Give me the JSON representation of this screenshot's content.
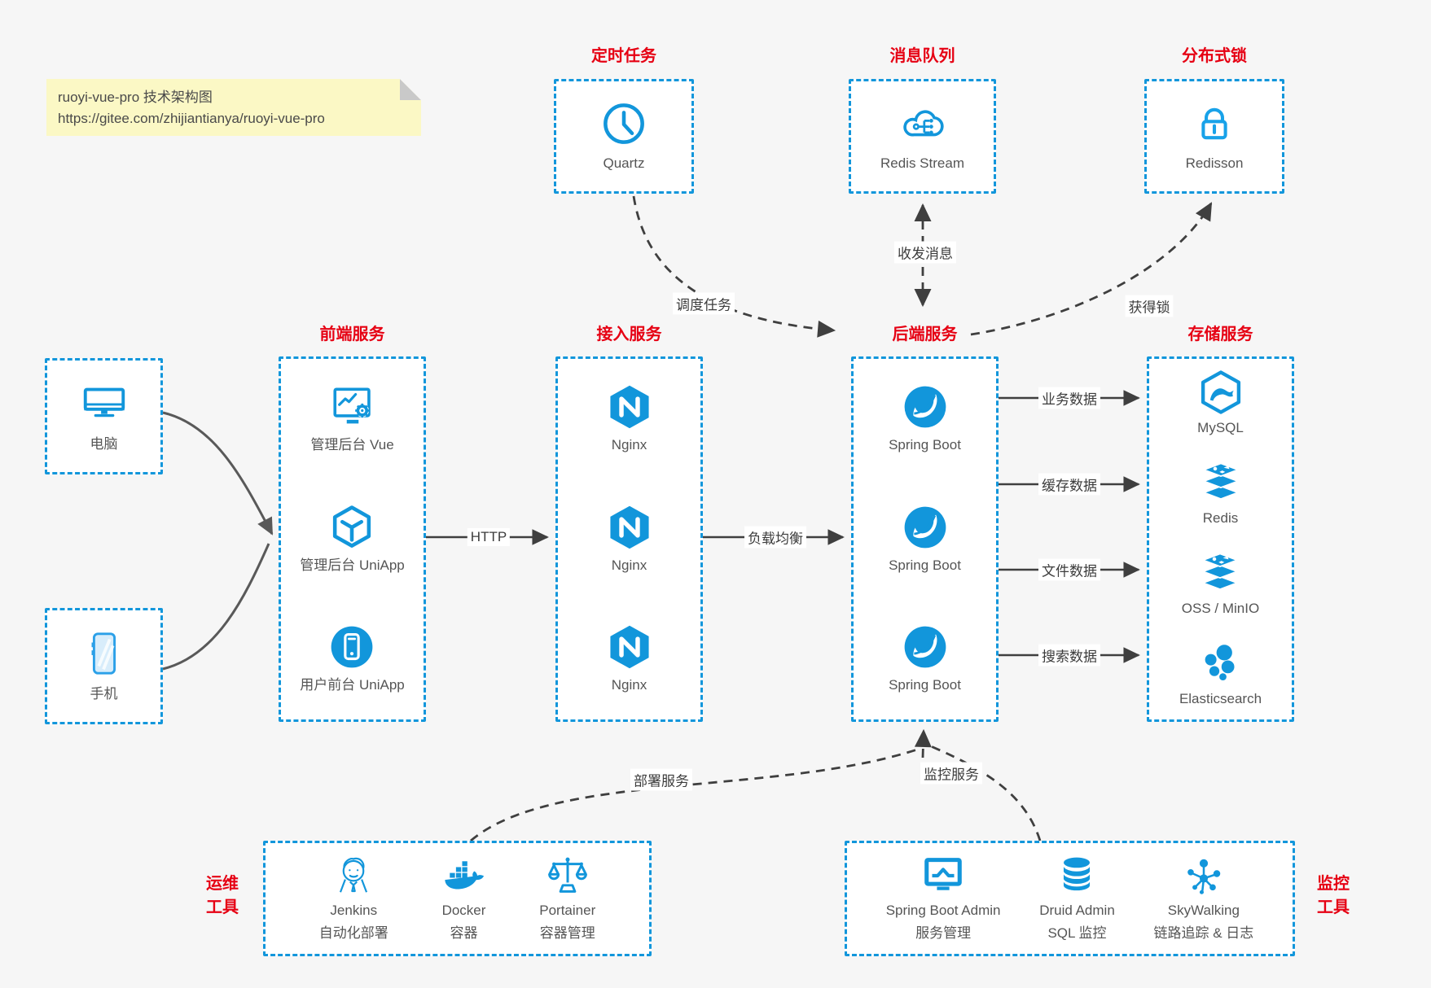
{
  "note": {
    "line1": "ruoyi-vue-pro 技术架构图",
    "line2": "https://gitee.com/zhijiantianya/ruoyi-vue-pro"
  },
  "colors": {
    "accent_blue": "#1296db",
    "title_red": "#e60013",
    "note_bg": "#fbf8c5",
    "canvas_bg": "#f6f6f6",
    "arrow_dark": "#3f3f3f",
    "arrow_gray": "#595959"
  },
  "top_groups": [
    {
      "title": "定时任务",
      "item": {
        "icon": "clock-icon",
        "label": "Quartz"
      }
    },
    {
      "title": "消息队列",
      "item": {
        "icon": "cloud-stream-icon",
        "label": "Redis Stream"
      }
    },
    {
      "title": "分布式锁",
      "item": {
        "icon": "lock-icon",
        "label": "Redisson"
      }
    }
  ],
  "devices": [
    {
      "icon": "desktop-icon",
      "label": "电脑"
    },
    {
      "icon": "mobile-icon",
      "label": "手机"
    }
  ],
  "columns": [
    {
      "title": "前端服务",
      "items": [
        {
          "icon": "admin-vue-icon",
          "label": "管理后台 Vue"
        },
        {
          "icon": "uniapp-cube-icon",
          "label": "管理后台 UniApp"
        },
        {
          "icon": "user-app-icon",
          "label": "用户前台 UniApp"
        }
      ]
    },
    {
      "title": "接入服务",
      "items": [
        {
          "icon": "nginx-icon",
          "label": "Nginx"
        },
        {
          "icon": "nginx-icon",
          "label": "Nginx"
        },
        {
          "icon": "nginx-icon",
          "label": "Nginx"
        }
      ]
    },
    {
      "title": "后端服务",
      "items": [
        {
          "icon": "spring-icon",
          "label": "Spring Boot"
        },
        {
          "icon": "spring-icon",
          "label": "Spring Boot"
        },
        {
          "icon": "spring-icon",
          "label": "Spring Boot"
        }
      ]
    },
    {
      "title": "存储服务",
      "items": [
        {
          "icon": "mysql-icon",
          "label": "MySQL"
        },
        {
          "icon": "redis-stack-icon",
          "label": "Redis"
        },
        {
          "icon": "oss-stack-icon",
          "label": "OSS / MinIO"
        },
        {
          "icon": "elasticsearch-icon",
          "label": "Elasticsearch"
        }
      ]
    }
  ],
  "bottom_groups": [
    {
      "side_label": [
        "运维",
        "工具"
      ],
      "items": [
        {
          "icon": "jenkins-icon",
          "label": "Jenkins",
          "sublabel": "自动化部署"
        },
        {
          "icon": "docker-icon",
          "label": "Docker",
          "sublabel": "容器"
        },
        {
          "icon": "portainer-icon",
          "label": "Portainer",
          "sublabel": "容器管理"
        }
      ]
    },
    {
      "side_label": [
        "监控",
        "工具"
      ],
      "items": [
        {
          "icon": "sba-icon",
          "label": "Spring Boot Admin",
          "sublabel": "服务管理"
        },
        {
          "icon": "druid-icon",
          "label": "Druid Admin",
          "sublabel": "SQL 监控"
        },
        {
          "icon": "skywalking-icon",
          "label": "SkyWalking",
          "sublabel": "链路追踪 & 日志"
        }
      ]
    }
  ],
  "edges": {
    "http": "HTTP",
    "load_balance": "负载均衡",
    "business_data": "业务数据",
    "cache_data": "缓存数据",
    "file_data": "文件数据",
    "search_data": "搜索数据",
    "schedule_task": "调度任务",
    "send_receive_message": "收发消息",
    "acquire_lock": "获得锁",
    "deploy_service": "部署服务",
    "monitor_service": "监控服务"
  }
}
